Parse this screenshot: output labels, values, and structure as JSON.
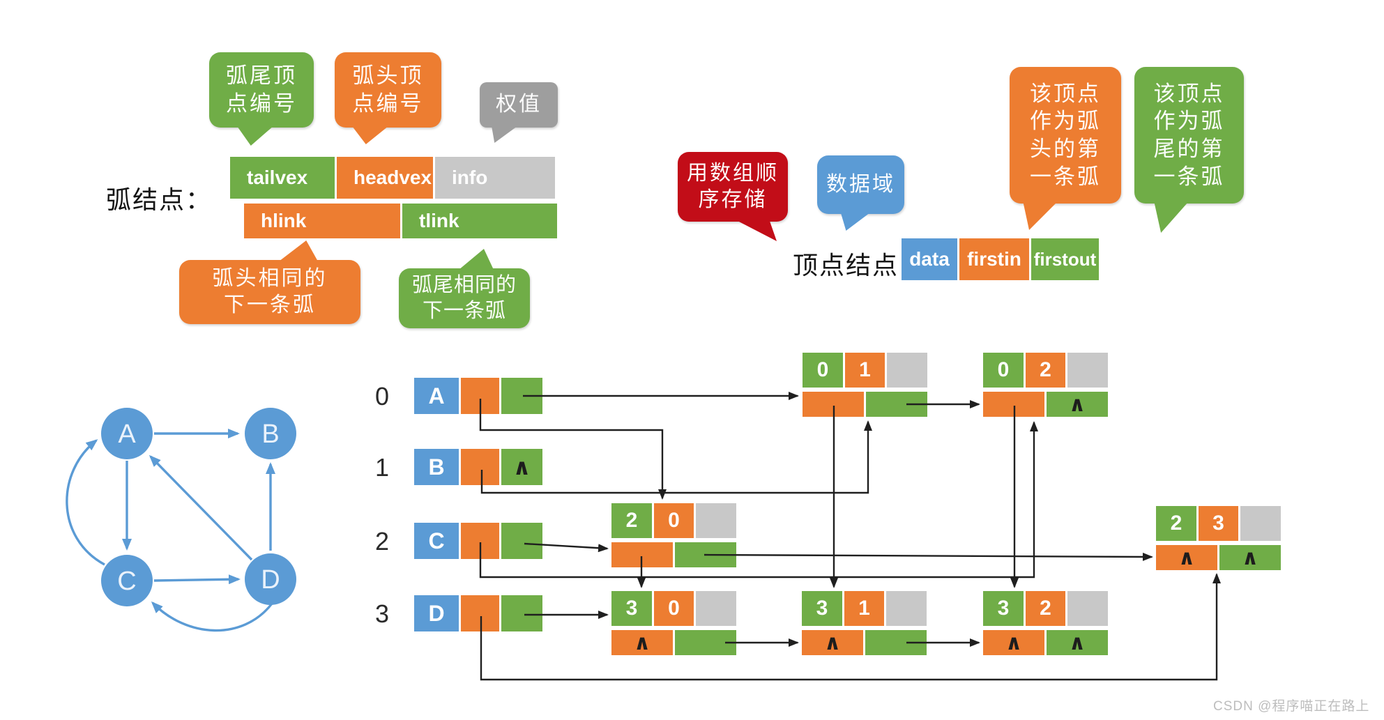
{
  "arc_node_section": {
    "label": "弧结点：",
    "bubbles": {
      "tail_vertex": "弧尾顶\n点编号",
      "head_vertex": "弧头顶\n点编号",
      "weight": "权值",
      "hlink_note": "弧头相同的\n下一条弧",
      "tlink_note": "弧尾相同的\n下一条弧"
    },
    "fields": {
      "tailvex": "tailvex",
      "headvex": "headvex",
      "info": "info",
      "hlink": "hlink",
      "tlink": "tlink"
    }
  },
  "vertex_node_section": {
    "label": "顶点结点：",
    "bubbles": {
      "storage_note": "用数组顺\n序存储",
      "data_note": "数据域",
      "firstin_note": "该顶点\n作为弧\n头的第\n一条弧",
      "firstout_note": "该顶点\n作为弧\n尾的第\n一条弧"
    },
    "fields": {
      "data": "data",
      "firstin": "firstin",
      "firstout": "firstout"
    }
  },
  "graph": {
    "nodes": [
      "A",
      "B",
      "C",
      "D"
    ],
    "edges": [
      "A→B",
      "A→C",
      "C→A",
      "C→D",
      "D→A",
      "D→B",
      "D→C"
    ]
  },
  "orthogonal_list": {
    "vertices": [
      {
        "index": "0",
        "data": "A",
        "firstin": "",
        "firstout": ""
      },
      {
        "index": "1",
        "data": "B",
        "firstin": "",
        "firstout": "∧"
      },
      {
        "index": "2",
        "data": "C",
        "firstin": "",
        "firstout": ""
      },
      {
        "index": "3",
        "data": "D",
        "firstin": "",
        "firstout": ""
      }
    ],
    "arcs": [
      {
        "tailvex": "0",
        "headvex": "1",
        "info": "",
        "hlink": "",
        "tlink": ""
      },
      {
        "tailvex": "0",
        "headvex": "2",
        "info": "",
        "hlink": "",
        "tlink": "∧"
      },
      {
        "tailvex": "2",
        "headvex": "0",
        "info": "",
        "hlink": "",
        "tlink": ""
      },
      {
        "tailvex": "2",
        "headvex": "3",
        "info": "",
        "hlink": "∧",
        "tlink": "∧"
      },
      {
        "tailvex": "3",
        "headvex": "0",
        "info": "",
        "hlink": "∧",
        "tlink": ""
      },
      {
        "tailvex": "3",
        "headvex": "1",
        "info": "",
        "hlink": "∧",
        "tlink": ""
      },
      {
        "tailvex": "3",
        "headvex": "2",
        "info": "",
        "hlink": "∧",
        "tlink": "∧"
      }
    ]
  },
  "watermark": "CSDN @程序喵正在路上",
  "colors": {
    "green": "#70ad47",
    "orange": "#ed7d31",
    "blue": "#5b9bd5",
    "gray_cell": "#c8c8c8",
    "gray_bubble": "#9e9e9e",
    "red": "#c20d18",
    "arrow": "#1f1f1f"
  }
}
